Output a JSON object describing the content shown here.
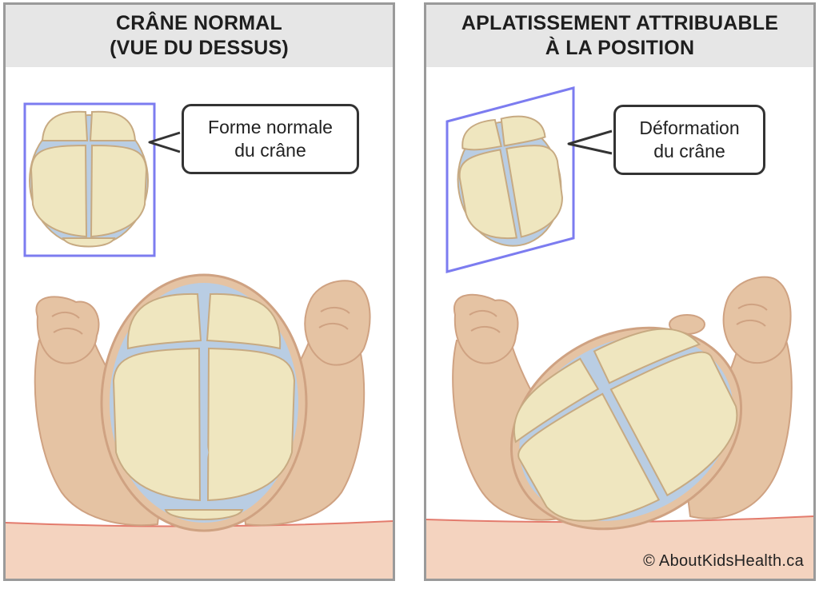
{
  "left_panel": {
    "title_line1": "CRÂNE NORMAL",
    "title_line2": "(VUE DU DESSUS)",
    "callout_line1": "Forme normale",
    "callout_line2": "du crâne"
  },
  "right_panel": {
    "title_line1": "APLATISSEMENT ATTRIBUABLE",
    "title_line2": "À LA POSITION",
    "callout_line1": "Déformation",
    "callout_line2": "du crâne"
  },
  "credit": "© AboutKidsHealth.ca",
  "colors": {
    "skull_bone": "#efe6bf",
    "skull_outline": "#c7aa82",
    "fontanelle": "#b9cde3",
    "skin": "#e5c3a3",
    "skin_shadow": "#cfa282",
    "surface": "#f4d3bf",
    "surface_line": "#e37b6d",
    "frame": "#7c7cf0",
    "header_bg": "#e6e6e6"
  }
}
